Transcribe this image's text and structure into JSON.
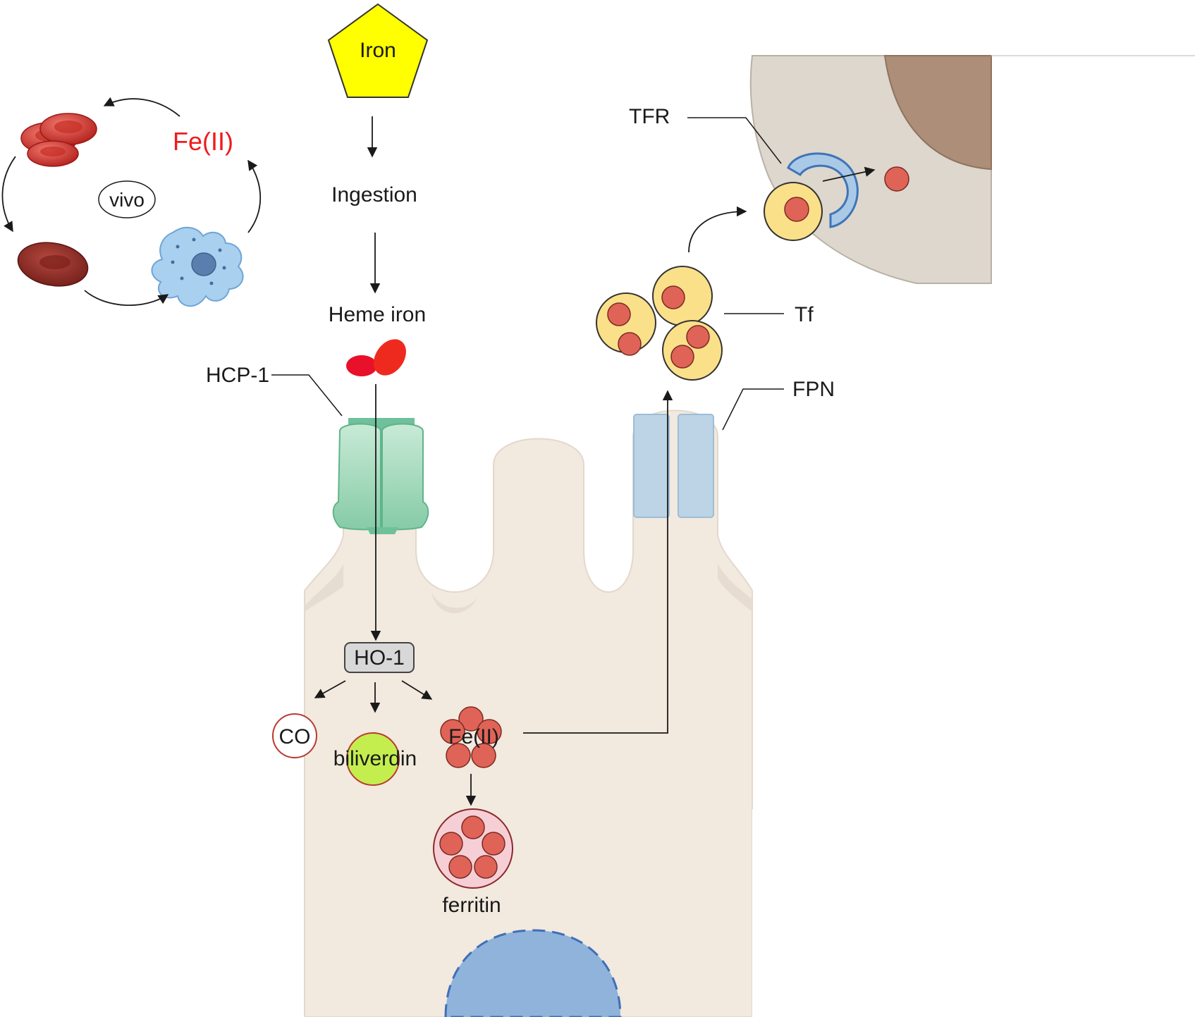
{
  "labels": {
    "iron": "Iron",
    "ingestion": "Ingestion",
    "heme_iron": "Heme iron",
    "hcp1": "HCP-1",
    "ho1": "HO-1",
    "co": "CO",
    "biliverdin": "biliverdin",
    "fe_cell": "Fe(II)",
    "ferritin": "ferritin",
    "fpn": "FPN",
    "tf": "Tf",
    "tfr": "TFR",
    "vivo": "vivo",
    "fe_cycle": "Fe(II)"
  },
  "colors": {
    "iron_pentagon": "#ffff00",
    "cell_body": "#f2e9df",
    "cell_shadow": "#e6dcd0",
    "hcp1_channel": "#8fd1b0",
    "fpn_channel": "#bcd4e6",
    "transferrin": "#fbe08a",
    "iron_dot": "#e06358",
    "nucleus": "#8fb3da",
    "fe_cycle_text": "#ee1c1c",
    "biliverdin": "#c4ee4e",
    "ferritin_shell": "#f6cfd6",
    "target_cell": "#ddd7cd",
    "target_nucleus": "#ad8e78",
    "red_blood_cell": "#d83a32",
    "macrophage": "#a9d0ef",
    "heme": "#e8202a"
  }
}
